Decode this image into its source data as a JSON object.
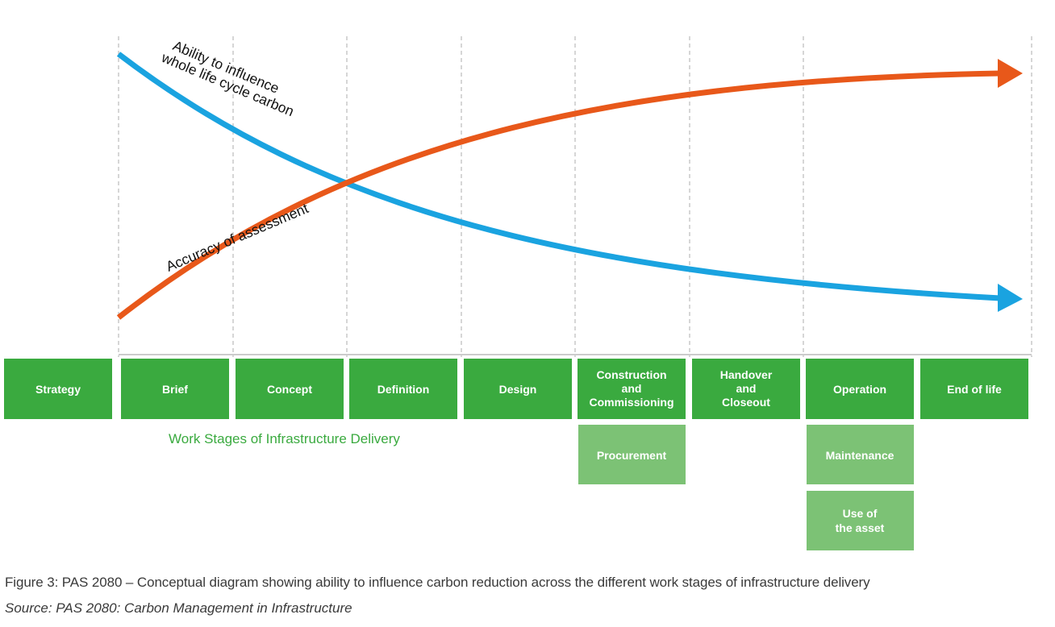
{
  "curves": {
    "influence": {
      "label_line1": "Ability to influence",
      "label_line2": "whole life cycle carbon",
      "color": "#1aa3e0"
    },
    "accuracy": {
      "label": "Accuracy of assessment",
      "color": "#e8581a"
    }
  },
  "stages": [
    {
      "label": [
        "Strategy"
      ]
    },
    {
      "label": [
        "Brief"
      ]
    },
    {
      "label": [
        "Concept"
      ]
    },
    {
      "label": [
        "Definition"
      ]
    },
    {
      "label": [
        "Design"
      ]
    },
    {
      "label": [
        "Construction",
        "and",
        "Commissioning"
      ]
    },
    {
      "label": [
        "Handover",
        "and",
        "Closeout"
      ]
    },
    {
      "label": [
        "Operation"
      ]
    },
    {
      "label": [
        "End of life"
      ]
    }
  ],
  "sub_stages": {
    "procurement": [
      "Procurement"
    ],
    "maintenance": [
      "Maintenance"
    ],
    "use_of_asset": [
      "Use of",
      "the asset"
    ]
  },
  "work_stages_label": "Work Stages of Infrastructure Delivery",
  "colors": {
    "stage_box": "#3aaa3f",
    "sub_box": "#7cc275",
    "work_stages_text": "#3aaa3f",
    "divider": "#bbbbbb"
  },
  "caption": "Figure 3: PAS 2080 – Conceptual diagram showing ability to influence carbon reduction across the different work stages of infrastructure delivery",
  "source": "Source: PAS 2080: Carbon Management in Infrastructure"
}
